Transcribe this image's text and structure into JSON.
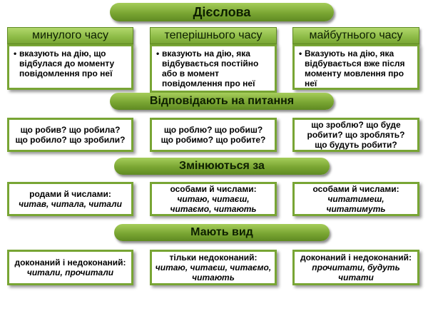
{
  "title": "Дієслова",
  "tenses": [
    "минулого часу",
    "теперішнього часу",
    "майбутнього часу"
  ],
  "descriptions": [
    [
      "вказують на дію, що",
      "відбулася до моменту",
      "повідомлення про неї"
    ],
    [
      "вказують на дію, яка",
      "відбувається постійно",
      "або в момент",
      "повідомлення про неї"
    ],
    [
      "Вказують на дію, яка",
      "відбувається вже після",
      "моменту мовлення про неї"
    ]
  ],
  "questions_title": "Відповідають на питання",
  "questions": [
    [
      "що робив?  що робила?",
      "що робило?  що зробили?"
    ],
    [
      "що роблю? що робиш?",
      "що робимо? що робите?"
    ],
    [
      "що зроблю? що буде",
      "робити?  що зроблять?",
      "що будуть  робити?"
    ]
  ],
  "change_title": "Змінюються за",
  "change": [
    {
      "label": "родами й числами:",
      "example": "читав,  читала,  читали"
    },
    {
      "label": "особами й числами:",
      "example": "читаю, читаєш,",
      "example2": "читаємо, читають"
    },
    {
      "label": "особами й числами:",
      "example": "читатимеш,",
      "example2": "читатимуть"
    }
  ],
  "aspect_title": "Мають вид",
  "aspect": [
    {
      "label": "доконаний і недоконаний:",
      "example": "читали, прочитали"
    },
    {
      "label": "тільки недоконаний:",
      "example": "читаю, читаєш, читаємо,",
      "example2": "читають"
    },
    {
      "label": "доконаний і недоконаний:",
      "example": "прочитати, будуть",
      "example2": "читати"
    }
  ]
}
